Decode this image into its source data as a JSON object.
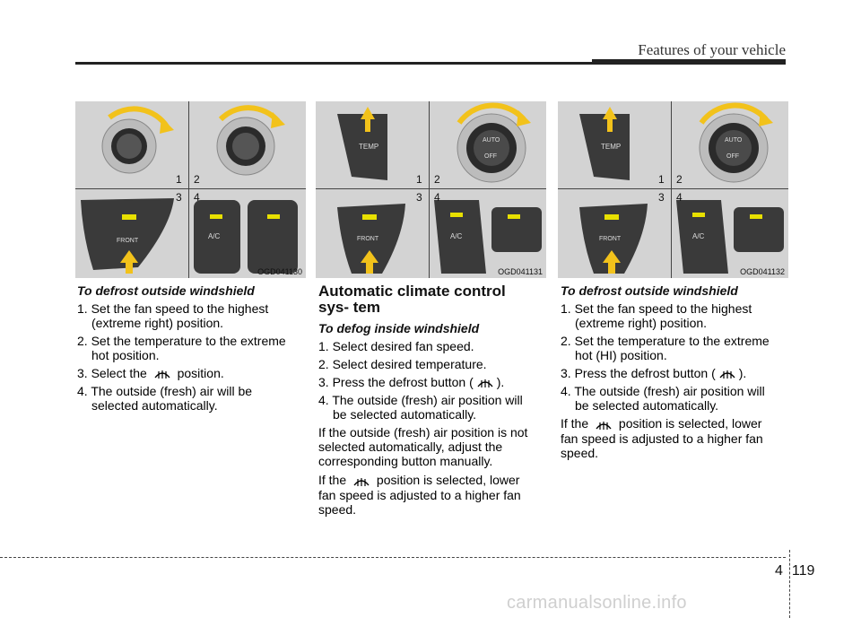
{
  "header": {
    "title": "Features of your vehicle"
  },
  "figures": [
    {
      "code": "OGD041130",
      "n1": "1",
      "n2": "2",
      "n3": "3",
      "n4": "4",
      "front": "FRONT",
      "ac": "A/C"
    },
    {
      "code": "OGD041131",
      "n1": "1",
      "n2": "2",
      "n3": "3",
      "n4": "4",
      "temp": "TEMP",
      "auto": "AUTO",
      "off": "OFF",
      "front": "FRONT",
      "ac": "A/C"
    },
    {
      "code": "OGD041132",
      "n1": "1",
      "n2": "2",
      "n3": "3",
      "n4": "4",
      "temp": "TEMP",
      "auto": "AUTO",
      "off": "OFF",
      "front": "FRONT",
      "ac": "A/C"
    }
  ],
  "col1": {
    "heading": "To defrost outside windshield",
    "step1": "1. Set the fan speed to the highest (extreme right) position.",
    "step2": "2. Set the temperature to the extreme hot position.",
    "step3a": "3. Select the",
    "step3b": "position.",
    "step4": "4. The outside (fresh) air will be selected automatically."
  },
  "col2": {
    "heading": "Automatic climate control sys- tem",
    "subheading": "To defog inside windshield",
    "step1": "1. Select desired fan speed.",
    "step2": "2. Select desired temperature.",
    "step3a": "3. Press the defrost button (",
    "step3b": ").",
    "step4": "4. The outside (fresh) air position will be selected automatically.",
    "para1": "If the outside (fresh) air position is not selected automatically, adjust the corresponding button manually.",
    "para2a": "If the",
    "para2b": "position is selected, lower fan speed is adjusted to a higher fan speed."
  },
  "col3": {
    "heading": "To defrost outside windshield",
    "step1": "1. Set the fan speed to the highest (extreme right) position.",
    "step2": "2. Set the temperature to the extreme hot (HI) position.",
    "step3a": "3. Press the defrost button (",
    "step3b": ").",
    "step4": "4. The outside (fresh) air position will be selected automatically.",
    "para1a": "If the",
    "para1b": "position is selected, lower fan speed is adjusted to a higher fan speed."
  },
  "footer": {
    "chapter": "4",
    "page": "119",
    "watermark": "carmanualsonline.info"
  },
  "colors": {
    "accent_yellow": "#f2c21b",
    "indicator": "#e8e000",
    "panel_bg": "#d3d3d3"
  }
}
